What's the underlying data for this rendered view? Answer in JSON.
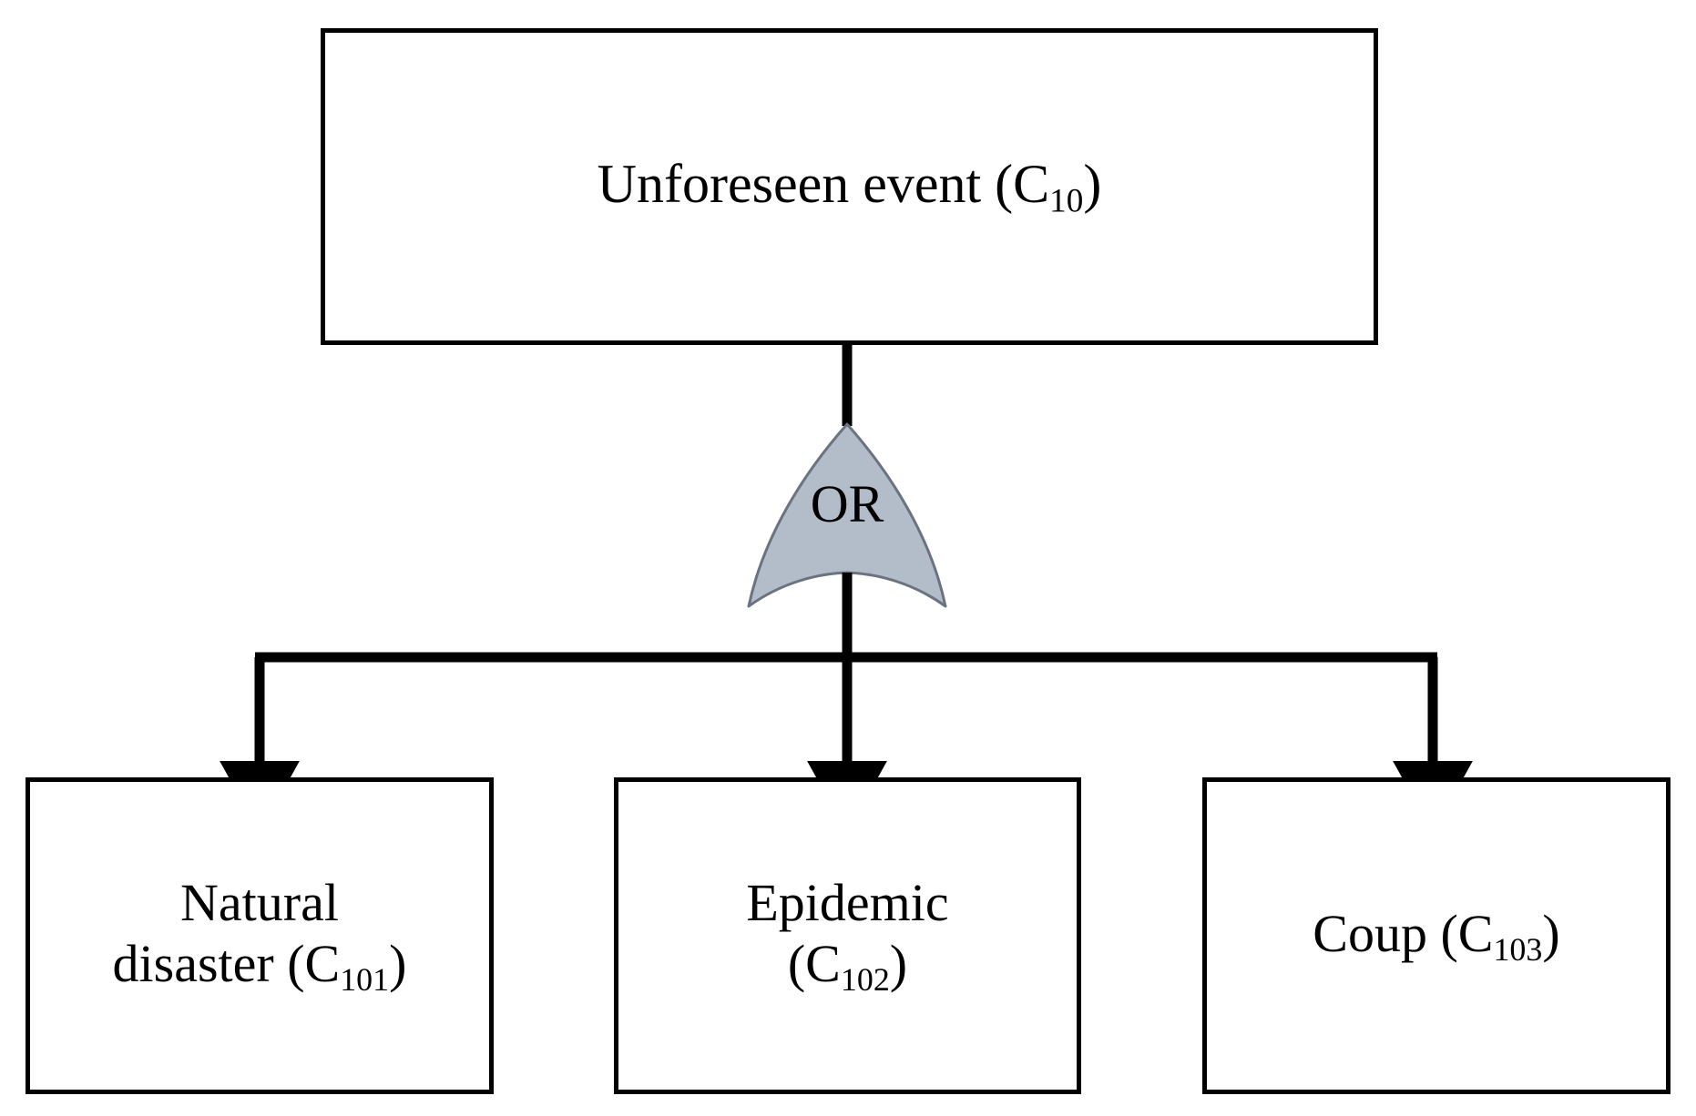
{
  "diagram": {
    "type": "fault-tree",
    "title_text": "",
    "background_color": "#ffffff",
    "line_color": "#000000",
    "box_border_color": "#000000",
    "box_fill_color": "#ffffff",
    "gate_fill_color": "#b3bcc9",
    "gate_stroke_color": "#000000",
    "top_event": {
      "label_prefix": "Unforeseen event (C",
      "label_sub": "10",
      "label_suffix": ")",
      "full_label": "Unforeseen event (C10)"
    },
    "gate": {
      "kind": "OR",
      "label": "OR"
    },
    "children": [
      {
        "id": "C101",
        "line1": "Natural",
        "line2_prefix": "disaster (C",
        "label_sub": "101",
        "line2_suffix": ")",
        "full_label": "Natural disaster (C101)"
      },
      {
        "id": "C102",
        "line1": "Epidemic",
        "line2_prefix": "(C",
        "label_sub": "102",
        "line2_suffix": ")",
        "full_label": "Epidemic (C102)"
      },
      {
        "id": "C103",
        "line1": "",
        "line2_prefix": "Coup (C",
        "label_sub": "103",
        "line2_suffix": ")",
        "full_label": "Coup (C103)"
      }
    ]
  }
}
